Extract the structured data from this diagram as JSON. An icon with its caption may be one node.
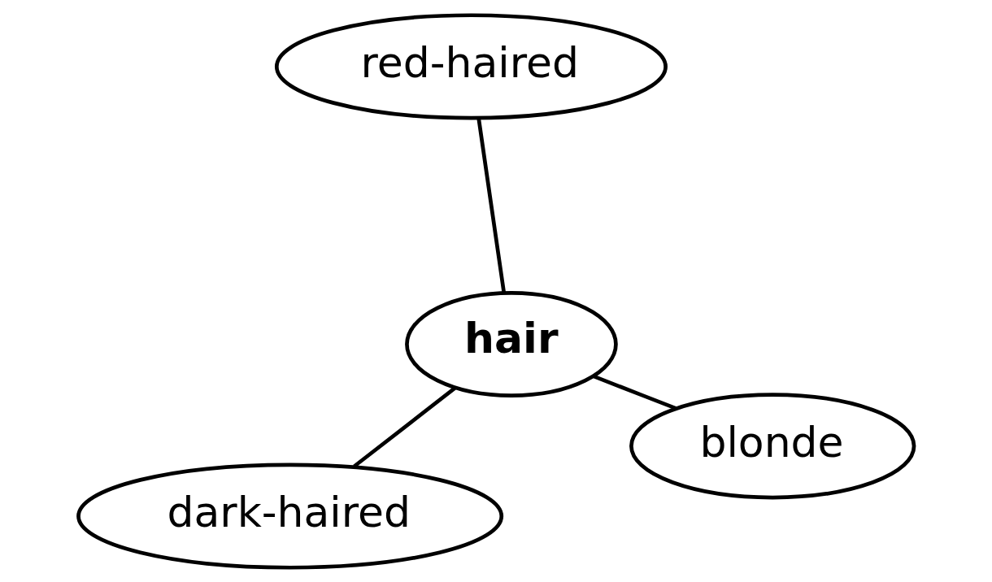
{
  "diagram": {
    "nodes": [
      {
        "text": [
          "dark-haired"
        ]
      },
      {
        "text": [
          "blonde"
        ]
      },
      {
        "text": [
          "hair"
        ]
      },
      {
        "text": [
          "red-haired"
        ]
      }
    ],
    "edges": [
      {
        "from": 2,
        "to": 0,
        "arrow": "none"
      },
      {
        "from": 2,
        "to": 1,
        "arrow": "none"
      },
      {
        "from": 2,
        "to": 3,
        "arrow": "none"
      }
    ]
  }
}
